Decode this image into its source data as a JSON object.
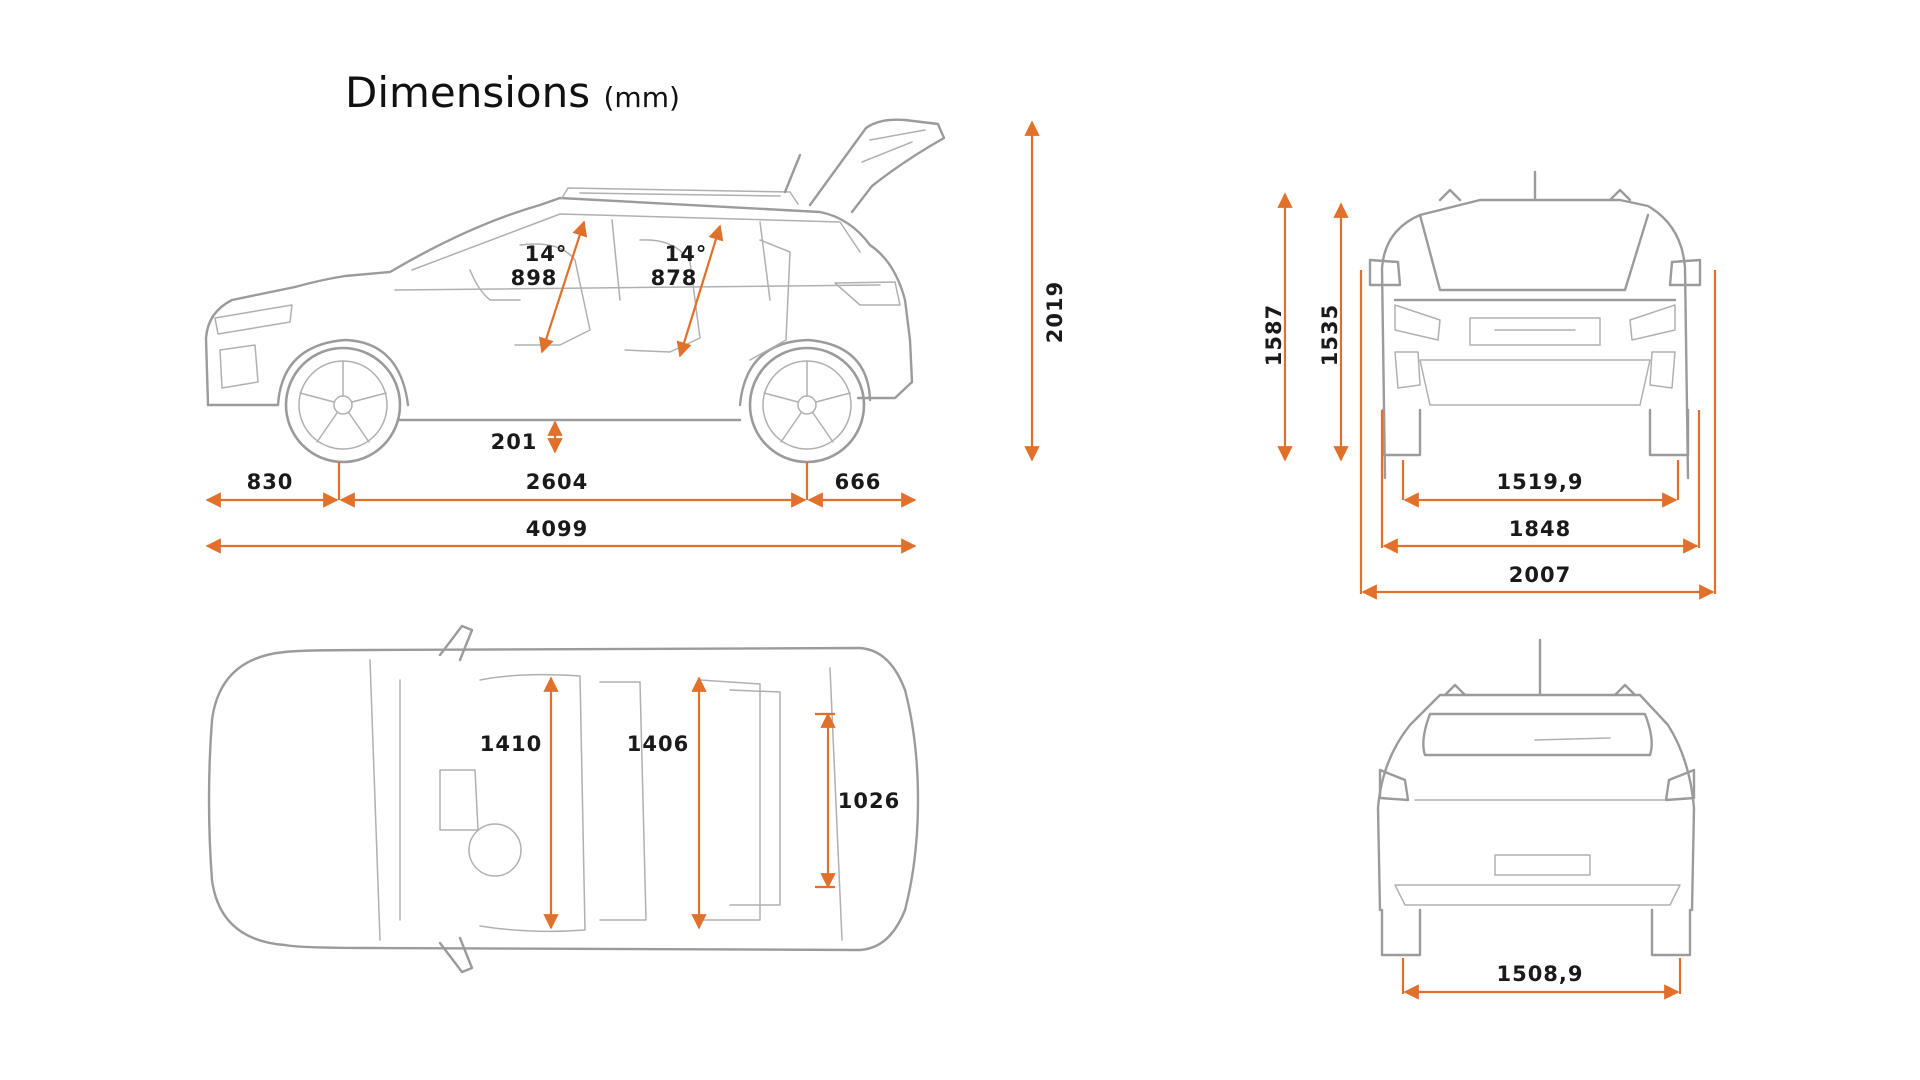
{
  "title": {
    "main": "Dimensions",
    "unit": "(mm)"
  },
  "colors": {
    "dimension_line": "#e0702a",
    "car_outline": "#9b9b9b",
    "label_text": "#1a1a1a"
  },
  "side_view": {
    "front_overhang": "830",
    "wheelbase": "2604",
    "rear_overhang": "666",
    "overall_length": "4099",
    "ground_clearance": "201",
    "height_tailgate_open": "2019",
    "front_seat_angle": "14°",
    "front_headroom": "898",
    "rear_seat_angle": "14°",
    "rear_headroom": "878"
  },
  "top_view": {
    "front_elbow_width": "1410",
    "rear_elbow_width": "1406",
    "boot_width": "1026"
  },
  "front_view": {
    "height_with_roof_bars": "1587",
    "height": "1535",
    "front_track": "1519,9",
    "width_without_mirrors": "1848",
    "width_with_mirrors": "2007"
  },
  "rear_view": {
    "rear_track": "1508,9"
  }
}
